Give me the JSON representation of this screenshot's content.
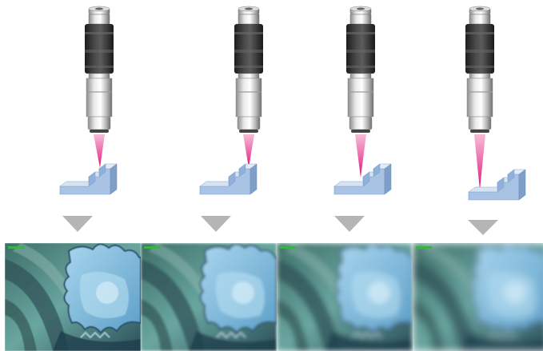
{
  "diagram": {
    "steps": [
      {
        "id": "step-1",
        "focus_level": 1.0
      },
      {
        "id": "step-2",
        "focus_level": 0.66
      },
      {
        "id": "step-3",
        "focus_level": 0.33
      },
      {
        "id": "step-4",
        "focus_level": 0.0
      }
    ],
    "icons": {
      "probe": "microscope-lens-icon",
      "beam": "laser-beam-icon",
      "block": "stepped-block-icon",
      "arrow": "down-triangle-arrow-icon"
    },
    "panel_labels": [
      "",
      "",
      "",
      ""
    ],
    "colors": {
      "beam": "#e8338a",
      "block_top": "#d5e3f2",
      "block_front": "#a9c3e4",
      "block_side": "#7f9fc8",
      "arrow": "#b5b5b5",
      "lens_body": "#3a3a3a",
      "lens_metal": "#c9c9c9",
      "photo_base": "#5e8d8a",
      "photo_gear": "#8fc2df"
    }
  }
}
